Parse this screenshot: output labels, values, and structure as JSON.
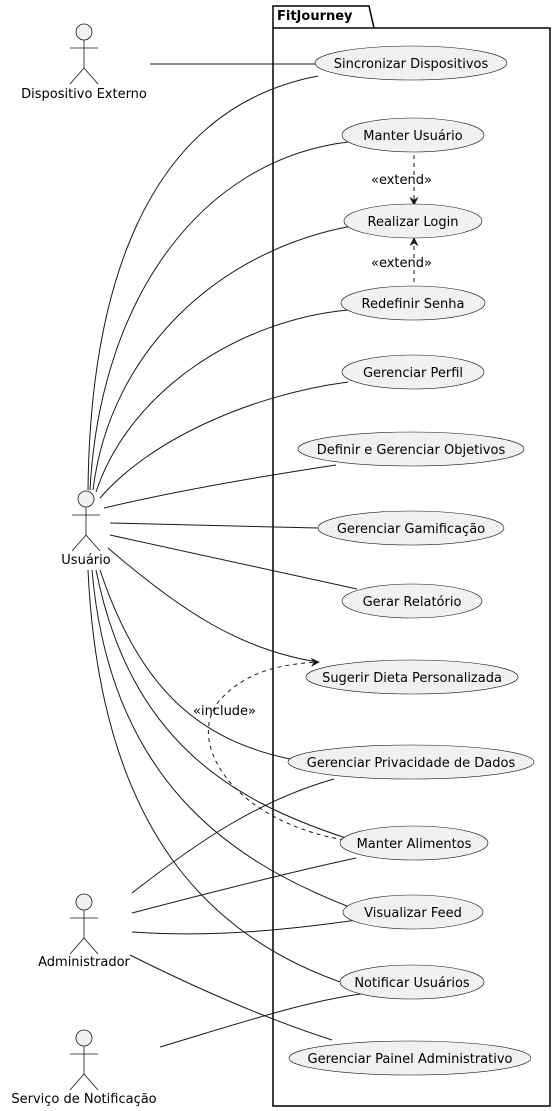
{
  "system": {
    "title": "FitJourney"
  },
  "actors": {
    "external_device": "Dispositivo Externo",
    "user": "Usuário",
    "admin": "Administrador",
    "notification_service": "Serviço de Notificação"
  },
  "use_cases": {
    "sync": "Sincronizar Dispositivos",
    "maintain_user": "Manter Usuário",
    "login": "Realizar Login",
    "reset_password": "Redefinir Senha",
    "profile": "Gerenciar Perfil",
    "goals": "Definir e Gerenciar Objetivos",
    "gamification": "Gerenciar Gamificação",
    "report": "Gerar Relatório",
    "diet": "Sugerir Dieta Personalizada",
    "privacy": "Gerenciar Privacidade de Dados",
    "foods": "Manter Alimentos",
    "feed": "Visualizar Feed",
    "notify": "Notificar Usuários",
    "admin_panel": "Gerenciar Painel Administrativo"
  },
  "relations": {
    "extend_label": "«extend»",
    "include_label": "«include»"
  }
}
